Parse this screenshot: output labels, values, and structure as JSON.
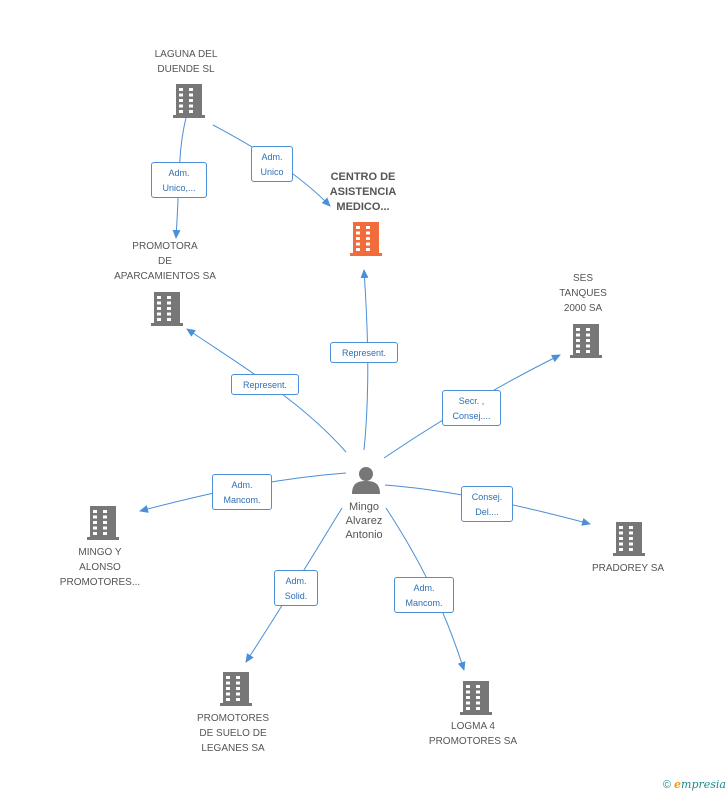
{
  "center_company": {
    "label": [
      "CENTRO DE",
      "ASISTENCIA",
      "MEDICO..."
    ],
    "color": "#f26b3a"
  },
  "person": {
    "label": [
      "Mingo",
      "Alvarez",
      "Antonio"
    ]
  },
  "companies": [
    {
      "id": "laguna",
      "label": [
        "LAGUNA DEL",
        "DUENDE SL"
      ]
    },
    {
      "id": "promotora",
      "label": [
        "PROMOTORA",
        "DE",
        "APARCAMIENTOS SA"
      ]
    },
    {
      "id": "ses",
      "label": [
        "SES",
        "TANQUES",
        "2000 SA"
      ]
    },
    {
      "id": "mingo",
      "label": [
        "MINGO Y",
        "ALONSO",
        "PROMOTORES..."
      ]
    },
    {
      "id": "pradorey",
      "label": [
        "PRADOREY SA"
      ]
    },
    {
      "id": "suelo",
      "label": [
        "PROMOTORES",
        "DE SUELO DE",
        "LEGANES SA"
      ]
    },
    {
      "id": "logma",
      "label": [
        "LOGMA 4",
        "PROMOTORES SA"
      ]
    }
  ],
  "edges": [
    {
      "id": "e1",
      "label": [
        "Adm.",
        "Unico,..."
      ]
    },
    {
      "id": "e2",
      "label": [
        "Adm.",
        "Unico"
      ]
    },
    {
      "id": "e3",
      "label": [
        "Represent."
      ]
    },
    {
      "id": "e4",
      "label": [
        "Represent."
      ]
    },
    {
      "id": "e5",
      "label": [
        "Secr. ,",
        "Consej...."
      ]
    },
    {
      "id": "e6",
      "label": [
        "Adm.",
        "Mancom."
      ]
    },
    {
      "id": "e7",
      "label": [
        "Consej.",
        "Del...."
      ]
    },
    {
      "id": "e8",
      "label": [
        "Adm.",
        "Solid."
      ]
    },
    {
      "id": "e9",
      "label": [
        "Adm.",
        "Mancom."
      ]
    }
  ],
  "colors": {
    "edge": "#4a8fd8",
    "building": "#777777",
    "person": "#777777"
  },
  "footer": {
    "copyright": "©",
    "brand_e": "e",
    "brand_rest": "mpresia"
  }
}
